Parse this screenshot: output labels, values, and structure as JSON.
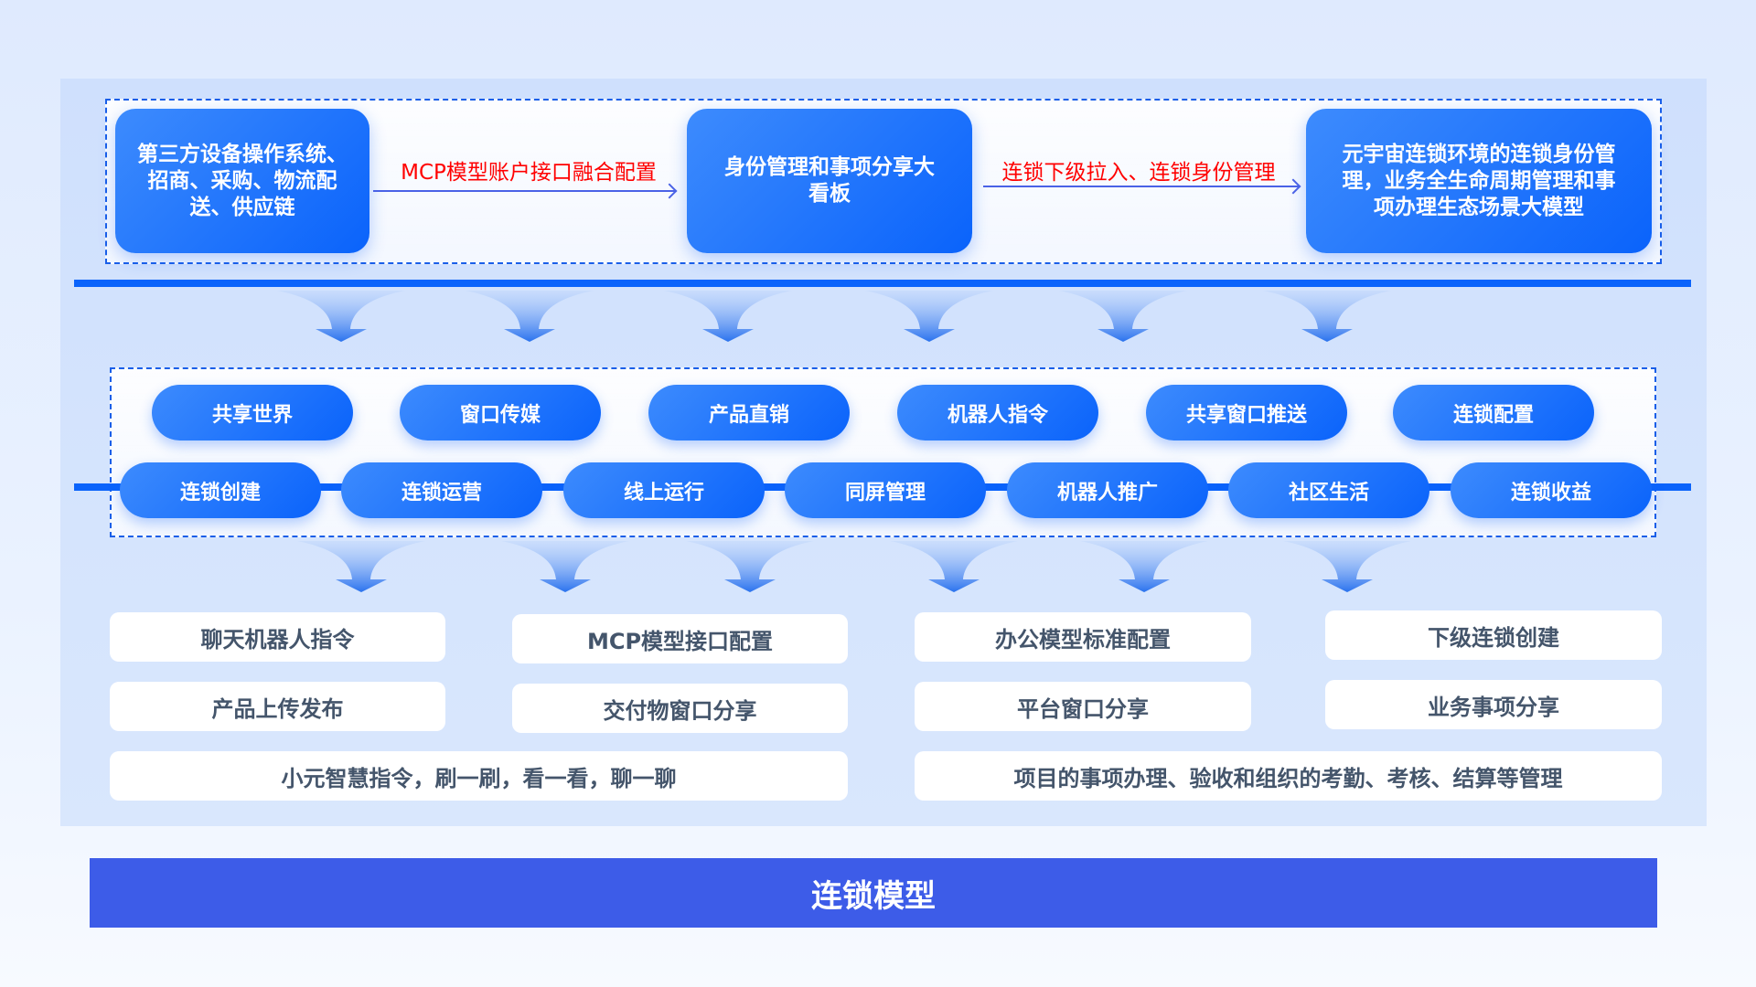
{
  "top": {
    "boxes": [
      "第三方设备操作系统、招商、采购、物流配送、供应链",
      "身份管理和事项分享大看板",
      "元宇宙连锁环境的连锁身份管理，业务全生命周期管理和事项办理生态场景大模型"
    ],
    "arrows": [
      "MCP模型账户接口融合配置",
      "连锁下级拉入、连锁身份管理"
    ]
  },
  "middle": {
    "row1": [
      "共享世界",
      "窗口传媒",
      "产品直销",
      "机器人指令",
      "共享窗口推送",
      "连锁配置"
    ],
    "row2": [
      "连锁创建",
      "连锁运营",
      "线上运行",
      "同屏管理",
      "机器人推广",
      "社区生活",
      "连锁收益"
    ]
  },
  "bottom": {
    "grid": [
      [
        "聊天机器人指令",
        "MCP模型接口配置",
        "办公模型标准配置",
        "下级连锁创建"
      ],
      [
        "产品上传发布",
        "交付物窗口分享",
        "平台窗口分享",
        "业务事项分享"
      ]
    ],
    "wide": [
      "小元智慧指令，刷一刷，看一看，聊一聊",
      "项目的事项办理、验收和组织的考勤、考核、结算等管理"
    ]
  },
  "footer": "连锁模型",
  "colors": {
    "primary": "#0a63fb",
    "footer": "#3d5ce8",
    "label": "#ff0000"
  }
}
